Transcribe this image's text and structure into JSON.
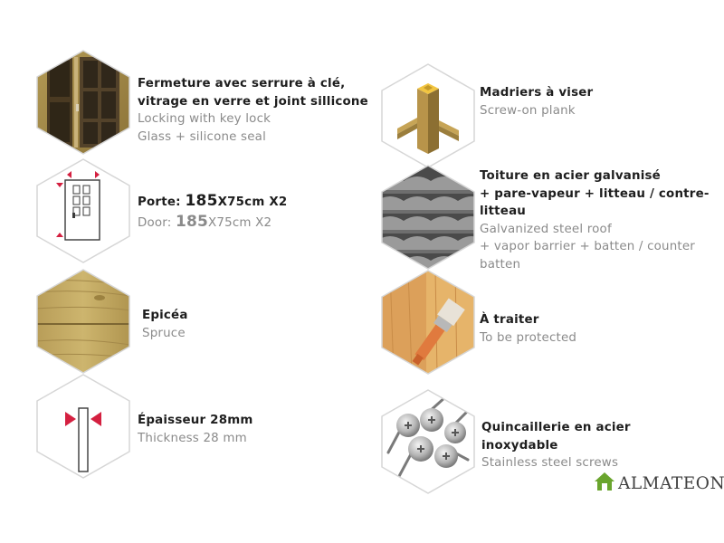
{
  "features": [
    {
      "id": "lock",
      "icon": "window-door-photo-icon",
      "fr": [
        "Fermeture avec serrure à clé,",
        "vitrage en verre et joint sillicone"
      ],
      "en": [
        "Locking with key lock",
        "Glass + silicone seal"
      ]
    },
    {
      "id": "plank",
      "icon": "screw-on-plank-icon",
      "fr": [
        "Madriers à viser"
      ],
      "en": [
        "Screw-on plank"
      ]
    },
    {
      "id": "door",
      "icon": "door-dimensions-icon",
      "fr_prefix": "Porte: ",
      "fr_value": "185",
      "fr_suffix": "X75cm X2",
      "en_prefix": "Door: ",
      "en_value": "185",
      "en_suffix": "X75cm X2"
    },
    {
      "id": "roof",
      "icon": "steel-roof-tiles-icon",
      "fr": [
        "Toiture en acier galvanisé",
        "+ pare-vapeur + litteau / contre-",
        "litteau"
      ],
      "en": [
        "Galvanized steel roof",
        "+ vapor barrier + batten / counter",
        "batten"
      ]
    },
    {
      "id": "wood",
      "icon": "spruce-wood-texture-icon",
      "fr": [
        "Epicéa"
      ],
      "en": [
        "Spruce"
      ]
    },
    {
      "id": "treat",
      "icon": "paint-brush-icon",
      "fr": [
        "À traiter"
      ],
      "en": [
        "To be protected"
      ]
    },
    {
      "id": "thickness",
      "icon": "thickness-arrows-icon",
      "fr": [
        "Épaisseur 28mm"
      ],
      "en": [
        "Thickness 28 mm"
      ]
    },
    {
      "id": "screws",
      "icon": "stainless-screws-icon",
      "fr": [
        "Quincaillerie en acier",
        "inoxydable"
      ],
      "en": [
        "Stainless steel screws"
      ]
    }
  ],
  "brand": {
    "name": "ALMATEON",
    "icon": "house-logo-icon"
  },
  "colors": {
    "hex_border": "#d6d6d6",
    "fr_text": "#1e1e1e",
    "en_text": "#8a8a8a",
    "accent_red": "#d42040",
    "brand_green": "#6aa52e"
  }
}
